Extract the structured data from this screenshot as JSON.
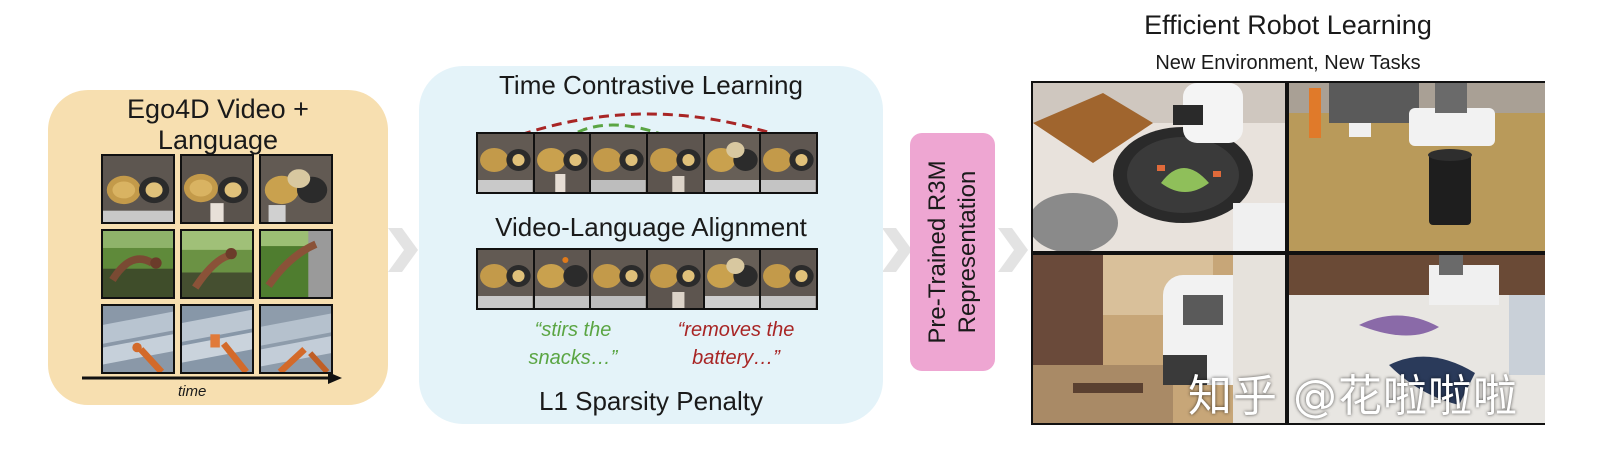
{
  "ego_panel": {
    "title_line1": "Ego4D Video +",
    "title_line2": "Language",
    "time_label": "time"
  },
  "learning_panel": {
    "time_contrastive": "Time Contrastive Learning",
    "video_language": "Video-Language Alignment",
    "sparsity": "L1 Sparsity Penalty",
    "quote_green_line1": "“stirs the",
    "quote_green_line2": "snacks…”",
    "quote_red_line1": "“removes the",
    "quote_red_line2": "battery…”"
  },
  "r3m": {
    "line1": "Pre-Trained R3M",
    "line2": "Representation"
  },
  "robot_panel": {
    "title": "Efficient Robot Learning",
    "subtitle": "New Environment, New Tasks"
  },
  "watermark": "知乎 @花啦啦啦",
  "colors": {
    "ego_bg": "#f7dfb0",
    "learn_bg": "#e4f3f9",
    "r3m_bg": "#eea6d2",
    "green": "#5aa543",
    "red": "#a82525",
    "chevron": "#e3e3e3"
  }
}
